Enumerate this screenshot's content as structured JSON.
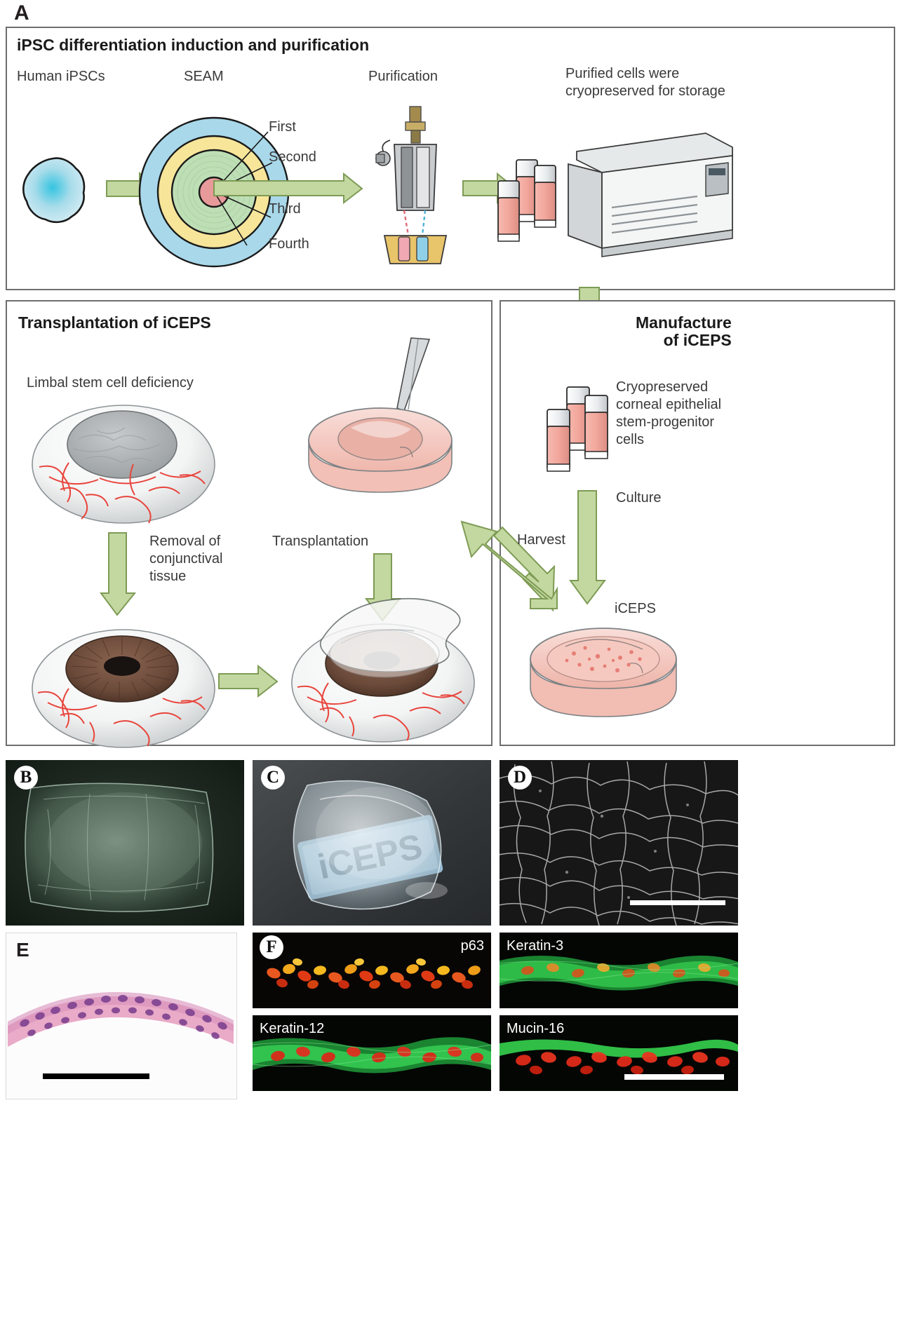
{
  "figure": {
    "panel_a_letter": "A",
    "panels": [
      {
        "letter": "A"
      },
      {
        "letter": "B"
      },
      {
        "letter": "C"
      },
      {
        "letter": "D"
      },
      {
        "letter": "E"
      },
      {
        "letter": "F"
      }
    ]
  },
  "panel_a": {
    "box1_title": "iPSC differentiation induction and purification",
    "steps": [
      {
        "label": "Human iPSCs"
      },
      {
        "label": "SEAM"
      },
      {
        "label": "Purification"
      },
      {
        "label": "Purified cells were\ncryopreserved for storage"
      }
    ],
    "seam_zones": [
      {
        "name": "First"
      },
      {
        "name": "Second"
      },
      {
        "name": "Third"
      },
      {
        "name": "Fourth"
      }
    ],
    "seam_colors": {
      "first": "#e89a9a",
      "second": "#bedfb6",
      "third": "#f7e59a",
      "fourth": "#a8d8ea"
    }
  },
  "panel_transplant": {
    "title": "Transplantation of iCEPS",
    "disease_label": "Limbal stem cell deficiency",
    "arrow_removal": "Removal of\nconjunctival\ntissue",
    "arrow_transplantation": "Transplantation"
  },
  "panel_manufacture": {
    "title": "Manufacture\nof iCEPS",
    "cryo_label": "Cryopreserved\ncorneal epithelial\nstem-progenitor\ncells",
    "culture_label": "Culture",
    "harvest_label": "Harvest",
    "product_label": "iCEPS"
  },
  "photos": {
    "b": {
      "letter": "B"
    },
    "c": {
      "letter": "C",
      "graft_text": "iCEPS"
    },
    "d": {
      "letter": "D"
    },
    "e": {
      "letter": "E"
    },
    "f": {
      "letter": "F",
      "stains": [
        {
          "name": "p63"
        },
        {
          "name": "Keratin-3"
        },
        {
          "name": "Keratin-12"
        },
        {
          "name": "Mucin-16"
        }
      ]
    }
  },
  "colors": {
    "arrow_green_fill": "#c3d8a0",
    "arrow_green_stroke": "#7e9b55",
    "frame_gray": "#6d6e70",
    "vessel_red": "#e8453c",
    "iris_brown": "#6b4a3a",
    "media_pink": "#f4bdb5"
  }
}
